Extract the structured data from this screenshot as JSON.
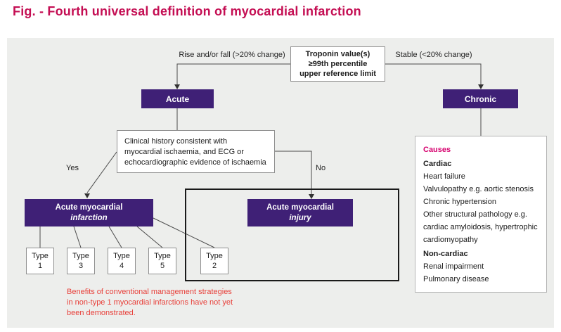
{
  "page": {
    "title": "Fig. - Fourth universal definition of myocardial infarction"
  },
  "colors": {
    "title_color": "#c40e53",
    "panel_bg": "#edeeec",
    "purple": "#3f2076",
    "note_color": "#e8403a",
    "causes_color": "#d6006e"
  },
  "flowchart": {
    "troponin": {
      "line1": "Troponin value(s)",
      "line2": "≥99th percentile",
      "line3": "upper reference limit"
    },
    "edge_left": "Rise and/or fall (>20% change)",
    "edge_right": "Stable (<20% change)",
    "acute": "Acute",
    "chronic": "Chronic",
    "clinical": {
      "line1": "Clinical history consistent with",
      "line2": "myocardial ischaemia, and ECG or",
      "line3": "echocardiographic evidence of ischaemia"
    },
    "yes": "Yes",
    "no": "No",
    "infarction": {
      "line1": "Acute myocardial",
      "line2": "infarction"
    },
    "injury": {
      "line1": "Acute myocardial",
      "line2": "injury"
    },
    "types": [
      {
        "line1": "Type",
        "line2": "1"
      },
      {
        "line1": "Type",
        "line2": "3"
      },
      {
        "line1": "Type",
        "line2": "4"
      },
      {
        "line1": "Type",
        "line2": "5"
      },
      {
        "line1": "Type",
        "line2": "2"
      }
    ],
    "note": {
      "line1": "Benefits of conventional management strategies",
      "line2": "in non-type 1 myocardial infarctions have not yet",
      "line3": "been demonstrated."
    }
  },
  "causes": {
    "header": "Causes",
    "cardiac_heading": "Cardiac",
    "cardiac_items": [
      "Heart failure",
      "Valvulopathy e.g. aortic stenosis",
      "Chronic hypertension",
      "Other structural pathology e.g. cardiac amyloidosis, hypertrophic cardiomyopathy"
    ],
    "noncardiac_heading": "Non-cardiac",
    "noncardiac_items": [
      "Renal impairment",
      "Pulmonary disease"
    ]
  }
}
